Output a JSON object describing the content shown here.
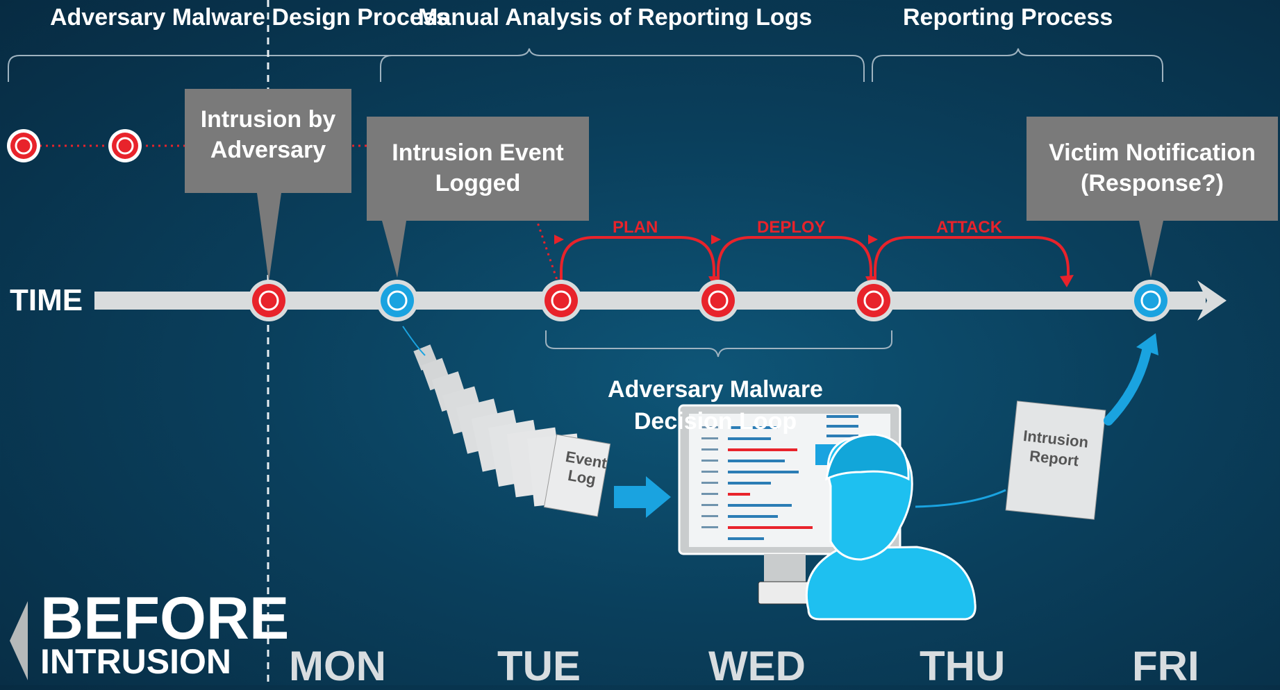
{
  "titles": {
    "design": "Adversary Malware Design Process",
    "analysis": "Manual Analysis of Reporting Logs",
    "reporting": "Reporting Process"
  },
  "callouts": {
    "intrusion": "Intrusion by Adversary",
    "logged": "Intrusion Event Logged",
    "victim": "Victim Notification (Response?)"
  },
  "timeline": {
    "label": "TIME"
  },
  "loop_steps": [
    "PLAN",
    "DEPLOY",
    "ATTACK"
  ],
  "decision_loop": "Adversary Malware Decision Loop",
  "documents": {
    "event_log": "Event Log",
    "intrusion_report": "Intrusion Report"
  },
  "days": [
    "MON",
    "TUE",
    "WED",
    "THU",
    "FRI"
  ],
  "before": {
    "line1": "BEFORE",
    "line2": "INTRUSION"
  },
  "colors": {
    "adversary_red": "#e8232b",
    "defender_blue": "#1aa3e0",
    "callout_gray": "#7a7a7a",
    "background": "#0a3f5c"
  },
  "icons": [
    "red-event-node",
    "blue-event-node",
    "computer-monitor",
    "analyst-person",
    "arrow-right"
  ]
}
